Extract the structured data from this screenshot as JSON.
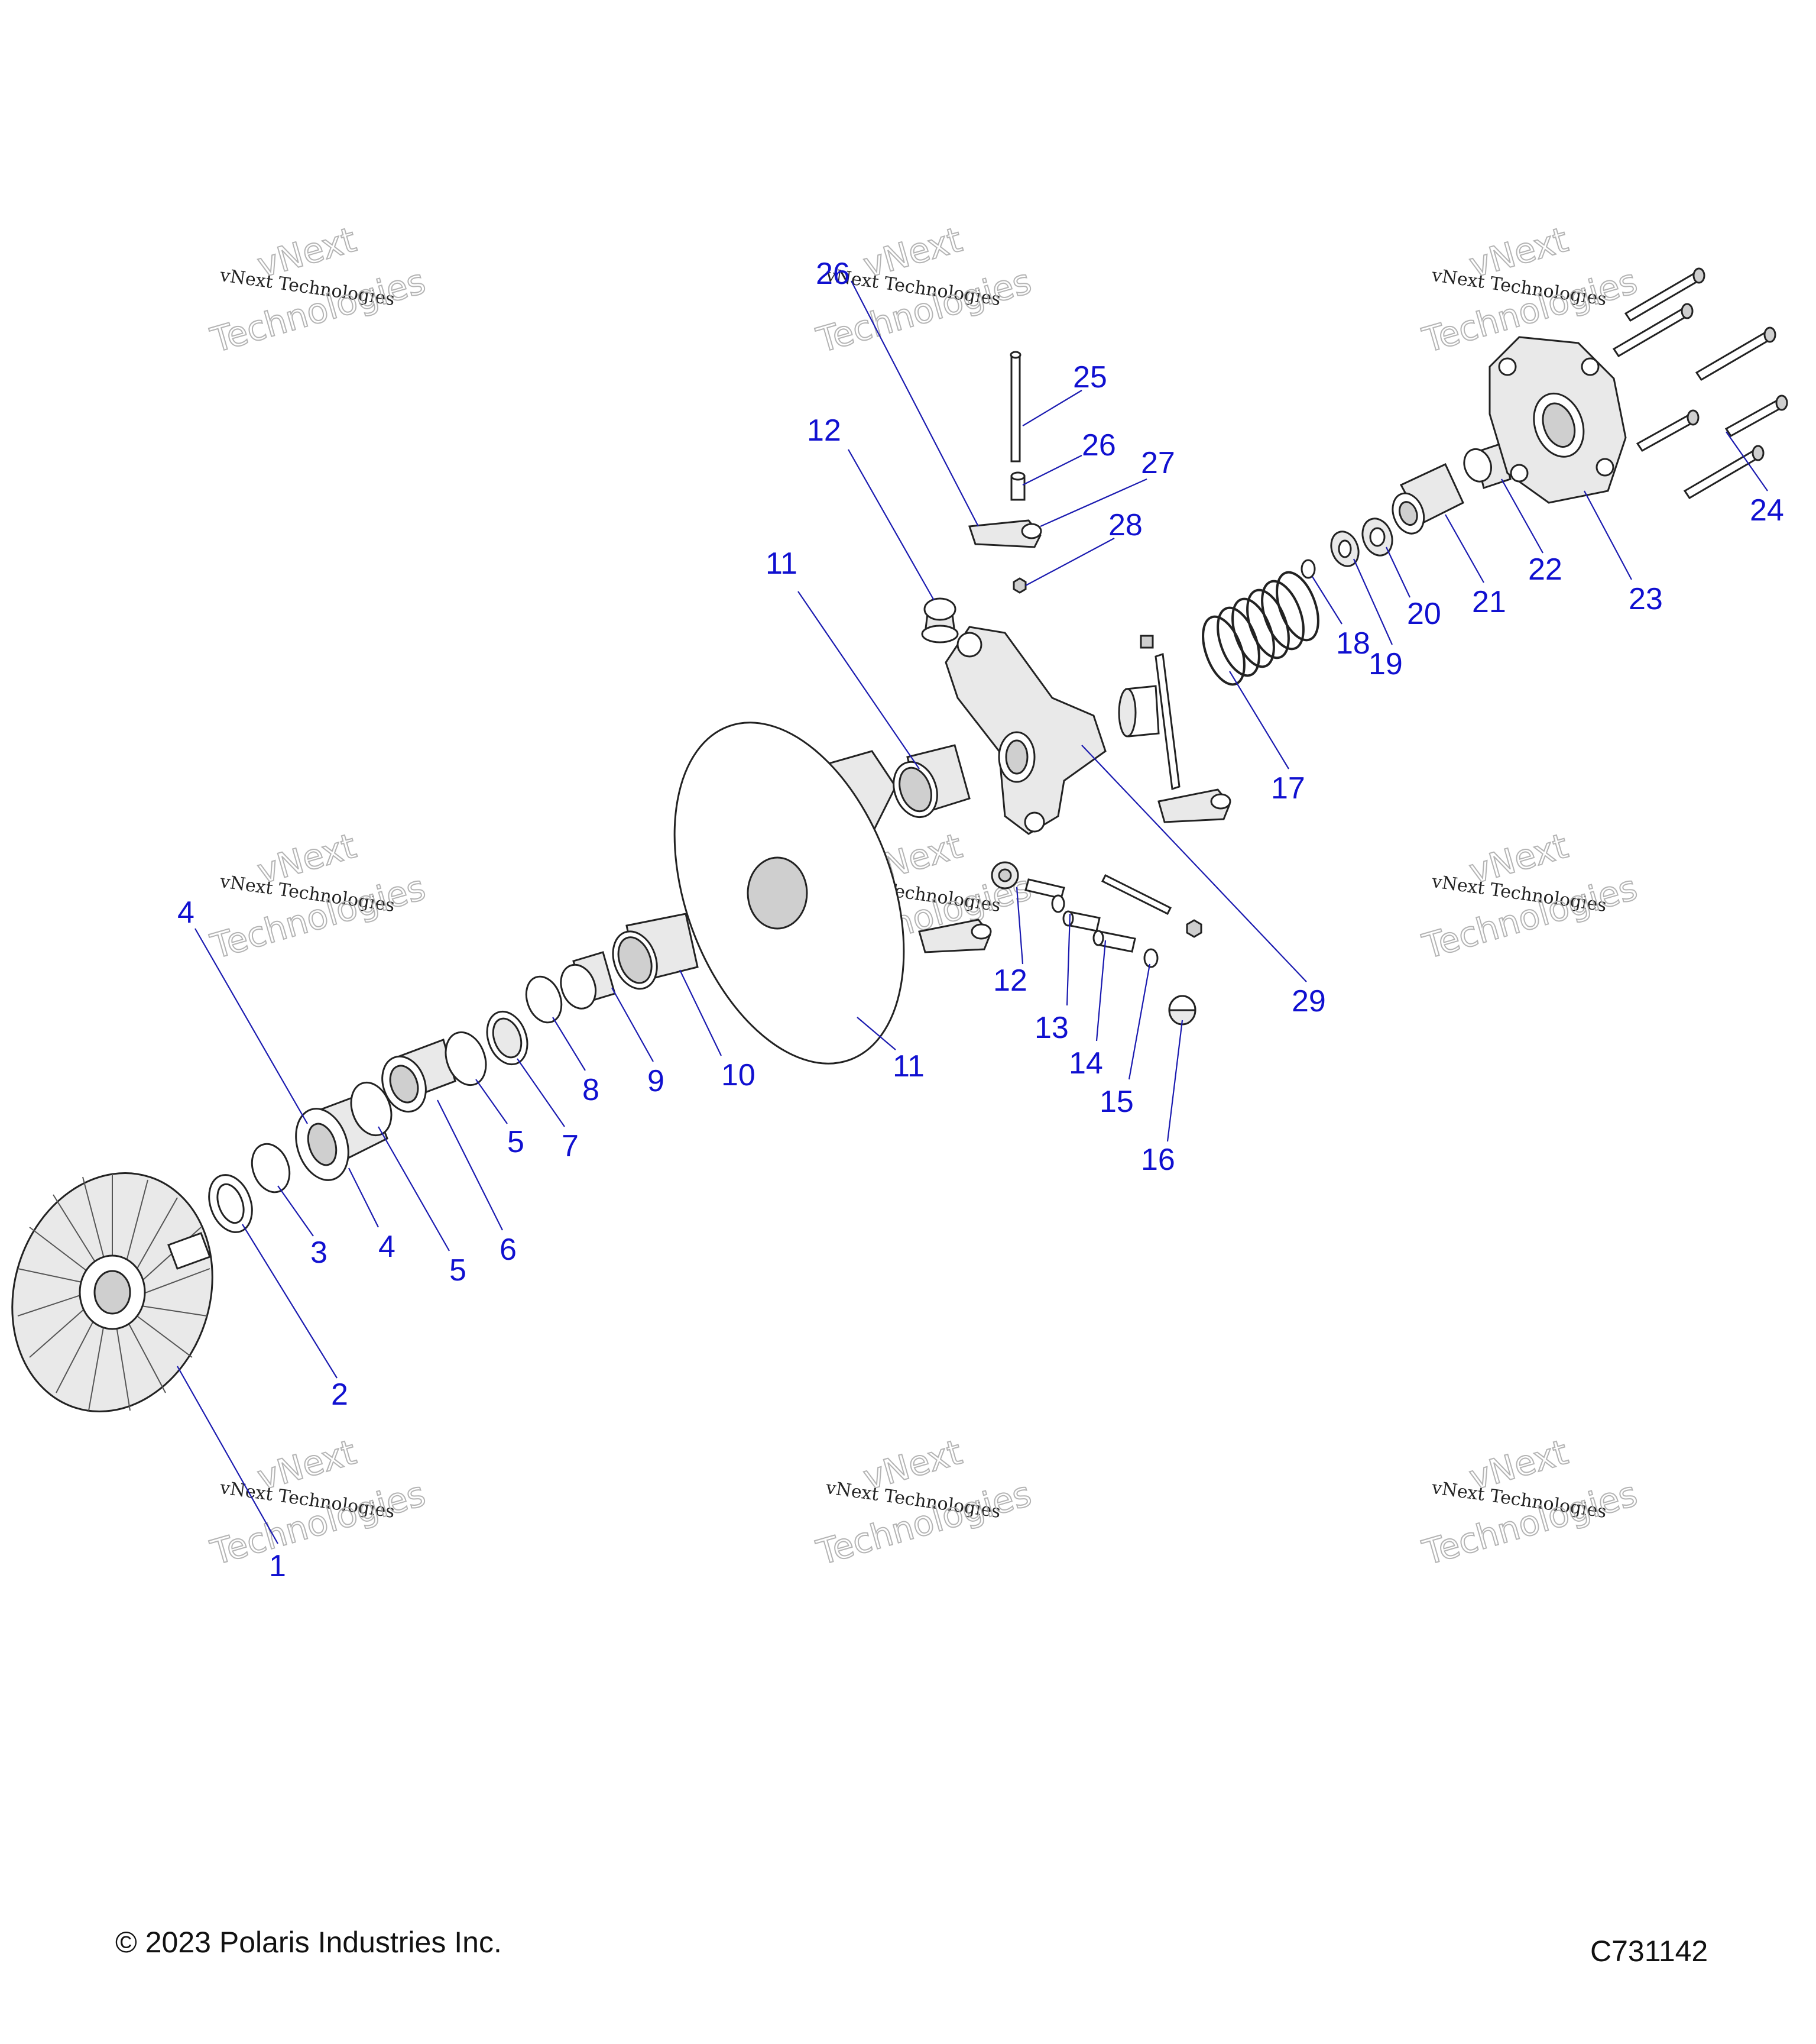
{
  "watermark": {
    "line1": "vNext Technologies",
    "line2": "vNext",
    "line3": "Technologies"
  },
  "callouts": [
    "1",
    "2",
    "3",
    "4",
    "4",
    "5",
    "5",
    "6",
    "7",
    "8",
    "9",
    "10",
    "11",
    "11",
    "12",
    "12",
    "13",
    "14",
    "15",
    "16",
    "17",
    "18",
    "19",
    "20",
    "21",
    "22",
    "23",
    "24",
    "25",
    "26",
    "26",
    "27",
    "28",
    "29"
  ],
  "footer": {
    "copyright": "© 2023 Polaris Industries Inc.",
    "code": "C731142"
  }
}
